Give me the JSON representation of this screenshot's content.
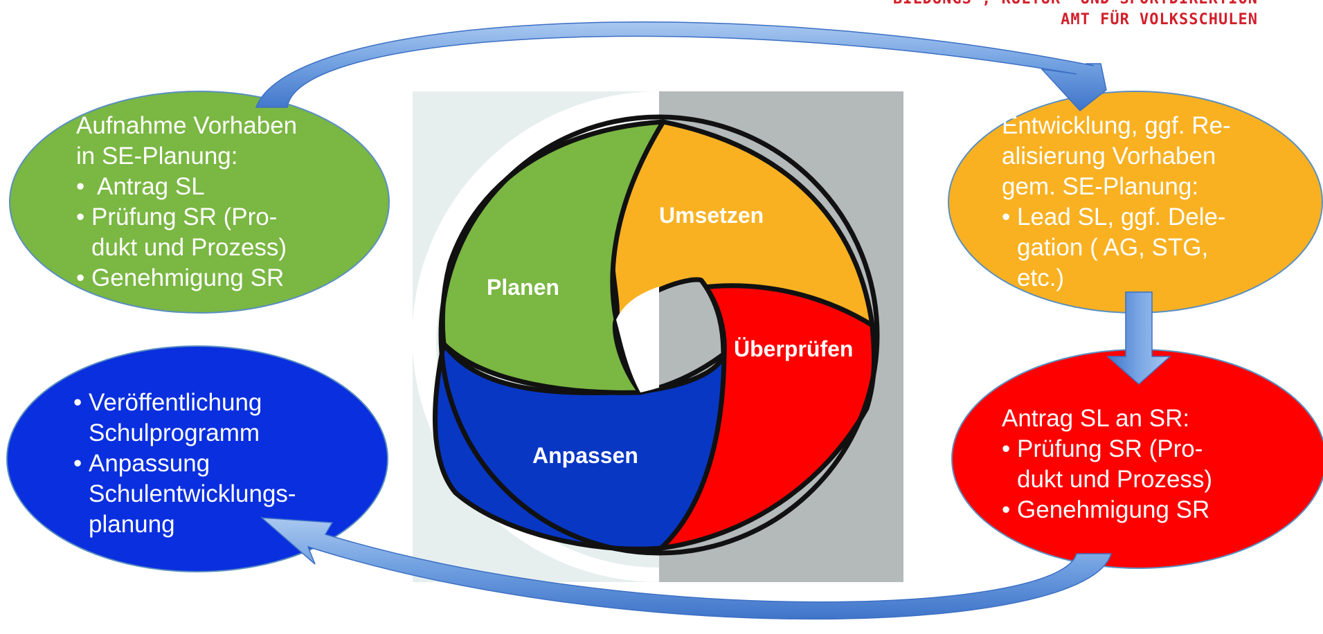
{
  "header": {
    "line1": "BILDUNGS-, KULTUR- UND SPORTDIREKTION",
    "line2": "AMT FÜR VOLKSSCHULEN"
  },
  "cycle": {
    "segments": [
      {
        "label": "Planen",
        "color": "#7ab743"
      },
      {
        "label": "Umsetzen",
        "color": "#f9b122"
      },
      {
        "label": "Überprüfen",
        "color": "#ff0000"
      },
      {
        "label": "Anpassen",
        "color": "#0837c4"
      }
    ],
    "panel_colors": {
      "left": "#e6efee",
      "right": "#b4b9ba"
    }
  },
  "boxes": {
    "planen": {
      "title_lines": [
        "Aufnahme Vorhaben",
        "in SE-Planung:"
      ],
      "bullets": [
        "Antrag SL",
        "Prüfung SR (Pro-",
        "dukt und Prozess)",
        "Genehmigung SR"
      ],
      "color": "#7ab743"
    },
    "umsetzen": {
      "title_lines": [
        "Entwicklung, ggf. Re-",
        "alisierung Vorhaben",
        "gem. SE-Planung:"
      ],
      "bullets": [
        "Lead SL, ggf. Dele-",
        "gation ( AG, STG,",
        "etc.)"
      ],
      "color": "#f9b122"
    },
    "ueberpruefen": {
      "title_lines": [
        "Antrag SL an SR:"
      ],
      "bullets": [
        "Prüfung SR (Pro-",
        "dukt und Prozess)",
        "Genehmigung SR"
      ],
      "color": "#ff0000"
    },
    "anpassen": {
      "bullets": [
        "Veröffentlichung",
        "Schulprogramm",
        "Anpassung",
        "Schulentwicklungs-",
        "planung"
      ],
      "color": "#0a2fdf"
    }
  }
}
